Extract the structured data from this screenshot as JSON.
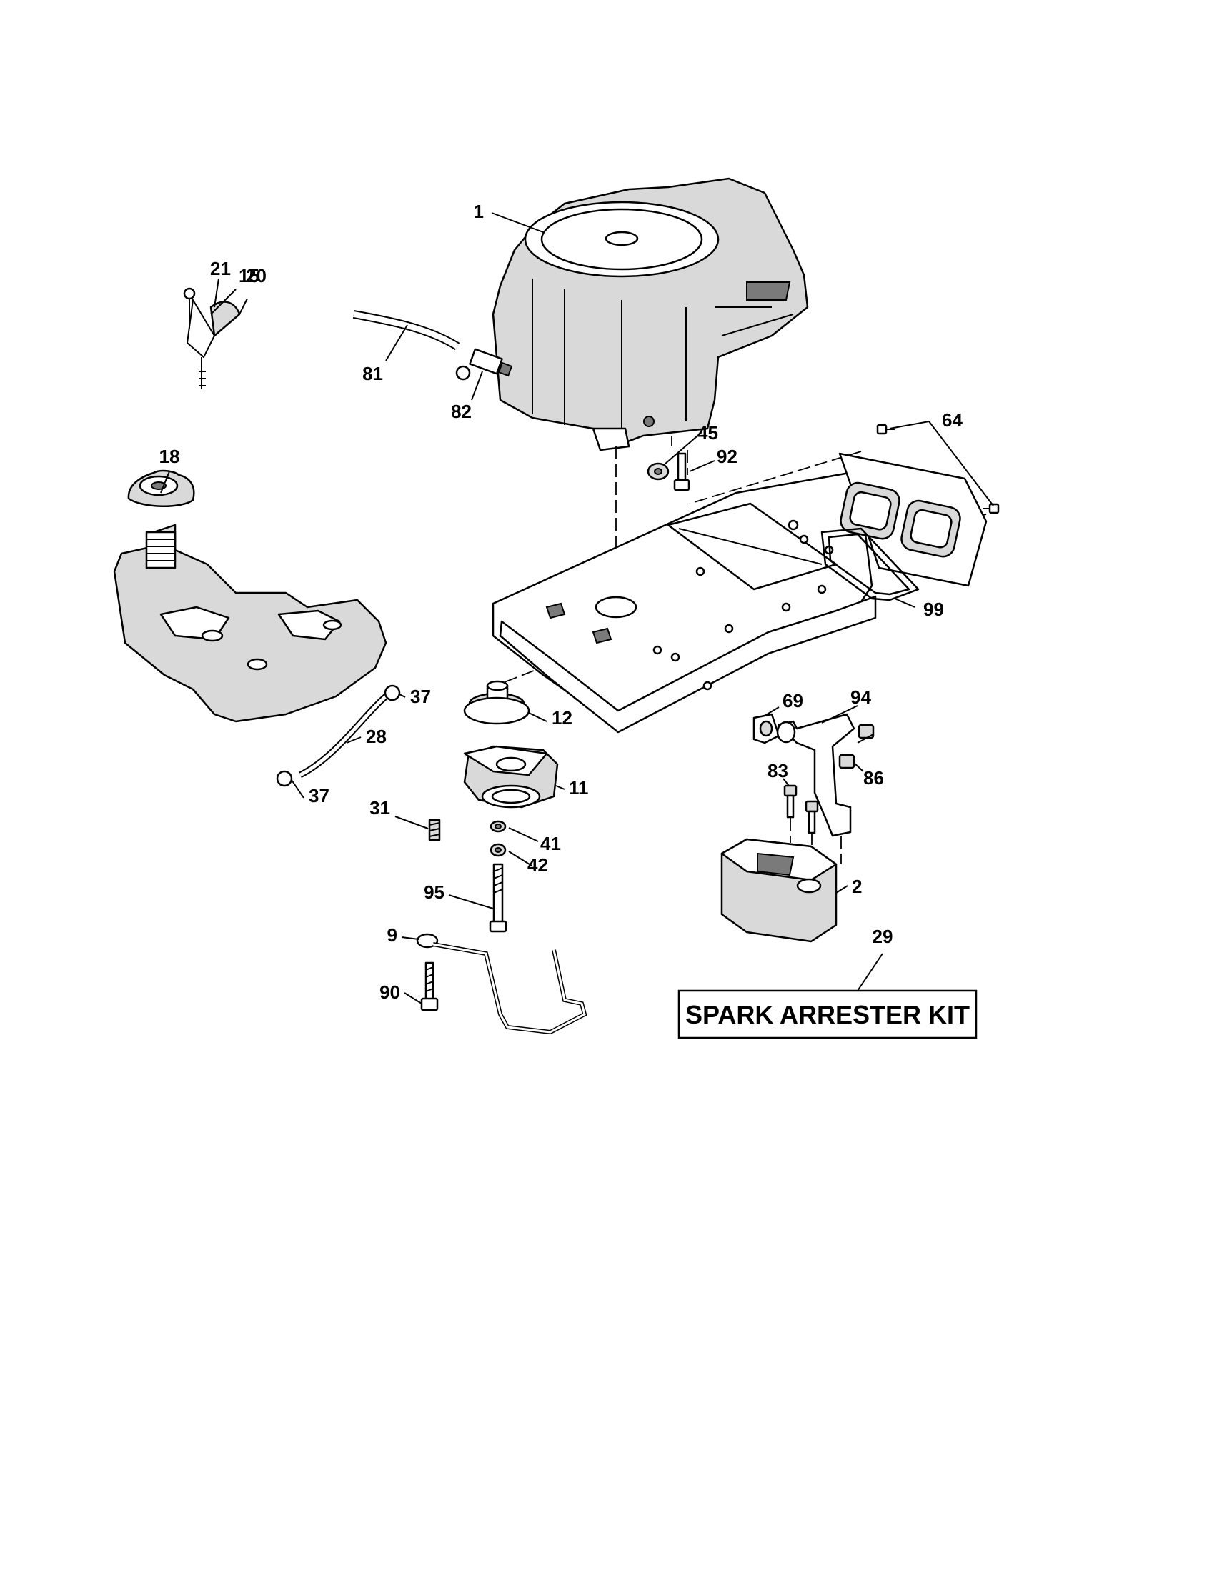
{
  "callouts": {
    "c1": "1",
    "c2": "2",
    "c9": "9",
    "c11": "11",
    "c12": "12",
    "c15": "15",
    "c18": "18",
    "c20": "20",
    "c21": "21",
    "c28": "28",
    "c29": "29",
    "c31": "31",
    "c37a": "37",
    "c37b": "37",
    "c41": "41",
    "c42": "42",
    "c45": "45",
    "c64": "64",
    "c69": "69",
    "c81": "81",
    "c82": "82",
    "c83": "83",
    "c86": "86",
    "c90": "90",
    "c92": "92",
    "c94": "94",
    "c95": "95",
    "c99": "99"
  },
  "kit_label": "SPARK ARRESTER KIT"
}
